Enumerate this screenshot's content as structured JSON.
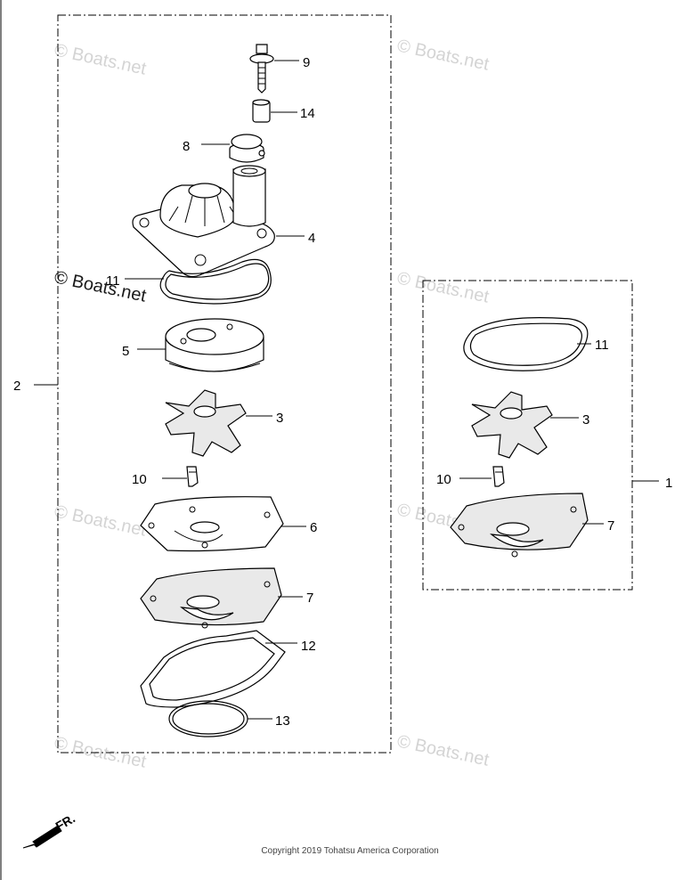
{
  "watermark": {
    "text": "© Boats.net"
  },
  "copyright": "Copyright 2019 Tohatsu America Corporation",
  "direction_marker": "FR.",
  "kit_full": {
    "ref": "2",
    "callouts": [
      "9",
      "14",
      "8",
      "4",
      "11",
      "5",
      "3",
      "10",
      "6",
      "7",
      "12",
      "13"
    ]
  },
  "kit_repair": {
    "ref": "1",
    "callouts": [
      "11",
      "3",
      "10",
      "7"
    ]
  }
}
